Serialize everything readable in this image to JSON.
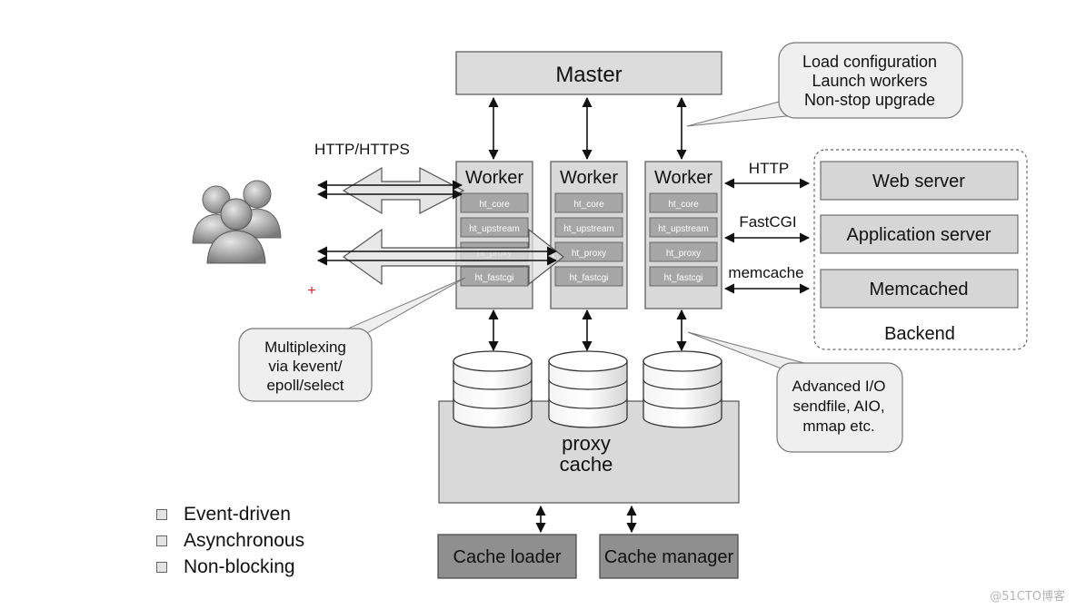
{
  "master": {
    "label": "Master"
  },
  "master_callout": {
    "lines": [
      "Load configuration",
      "Launch workers",
      "Non-stop upgrade"
    ]
  },
  "client_protocol": {
    "label": "HTTP/HTTPS"
  },
  "workers": [
    {
      "title": "Worker",
      "modules": [
        "ht_core",
        "ht_upstream",
        "ht_proxy",
        "ht_fastcgi"
      ]
    },
    {
      "title": "Worker",
      "modules": [
        "ht_core",
        "ht_upstream",
        "ht_proxy",
        "ht_fastcgi"
      ]
    },
    {
      "title": "Worker",
      "modules": [
        "ht_core",
        "ht_upstream",
        "ht_proxy",
        "ht_fastcgi"
      ]
    }
  ],
  "backend_protocols": [
    "HTTP",
    "FastCGI",
    "memcache"
  ],
  "backend": {
    "servers": [
      "Web server",
      "Application server",
      "Memcached"
    ],
    "label": "Backend"
  },
  "multiplex_callout": {
    "lines": [
      "Multiplexing",
      "via kevent/",
      "epoll/select"
    ]
  },
  "io_callout": {
    "lines": [
      "Advanced I/O",
      "sendfile, AIO,",
      "mmap etc."
    ]
  },
  "proxy_cache": {
    "lines": [
      "proxy",
      "cache"
    ]
  },
  "cache_processes": [
    "Cache loader",
    "Cache manager"
  ],
  "features": [
    "Event-driven",
    "Asynchronous",
    "Non-blocking"
  ],
  "marker": "+",
  "watermark": "@51CTO博客",
  "colors": {
    "box_fill": "#d9d9d9",
    "dark_box_fill": "#8f8f8f",
    "module_fill": "#a6a6a6",
    "callout_fill": "#ededed",
    "marker_red": "#d22020"
  }
}
